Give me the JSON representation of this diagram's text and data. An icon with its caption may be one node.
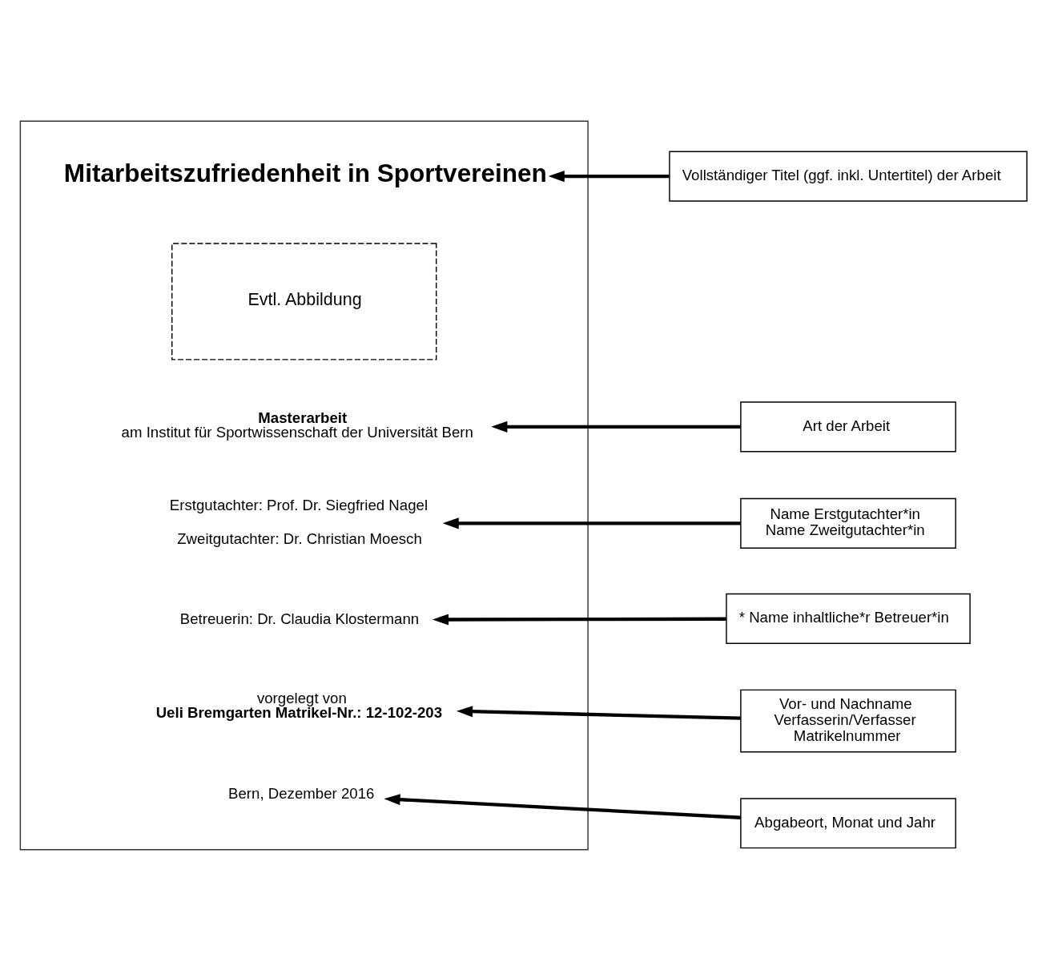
{
  "diagram": {
    "nodes": [
      {
        "text": [],
        "shape": "box"
      },
      {
        "text": [
          "Mitarbeitszufriedenheit in Sportvereinen"
        ],
        "in": 0
      },
      {
        "text": [
          "Evtl. Abbildung"
        ],
        "in": 0
      },
      {
        "text": [
          "Masterarbeit",
          "am Institut für Sportwissenschaft der Universität Bern"
        ],
        "in": 0
      },
      {
        "text": [
          "Erstgutachter: Prof. Dr. Siegfried Nagel",
          "Zweitgutachter: Dr. Christian Moesch"
        ],
        "in": 0
      },
      {
        "text": [
          "Betreuerin: Dr. Claudia Klostermann"
        ],
        "in": 0
      },
      {
        "text": [
          "vorgelegt von",
          "Ueli Bremgarten Matrikel-Nr.: 12-102-203"
        ],
        "in": 0
      },
      {
        "text": [
          "Bern, Dezember 2016"
        ],
        "in": 0
      },
      {
        "text": [
          "Vollständiger Titel (ggf. inkl. Untertitel) der Arbeit"
        ]
      },
      {
        "text": [
          "Art der Arbeit"
        ]
      },
      {
        "text": [
          "Name Erstgutachter*in",
          "Name Zweitgutachter*in"
        ]
      },
      {
        "text": [
          "* Name inhaltliche*r Betreuer*in"
        ]
      },
      {
        "text": [
          "Vor- und Nachname",
          "Verfasserin/Verfasser",
          "Matrikelnummer"
        ]
      },
      {
        "text": [
          "Abgabeort, Monat und Jahr"
        ]
      }
    ],
    "edges": [
      {
        "from": 8,
        "to": 1,
        "arrow": "to"
      },
      {
        "from": 9,
        "to": 3,
        "arrow": "to"
      },
      {
        "from": 10,
        "to": 4,
        "arrow": "to"
      },
      {
        "from": 11,
        "to": 5,
        "arrow": "to"
      },
      {
        "from": 12,
        "to": 6,
        "arrow": "to"
      },
      {
        "from": 13,
        "to": 7,
        "arrow": "to"
      }
    ]
  }
}
